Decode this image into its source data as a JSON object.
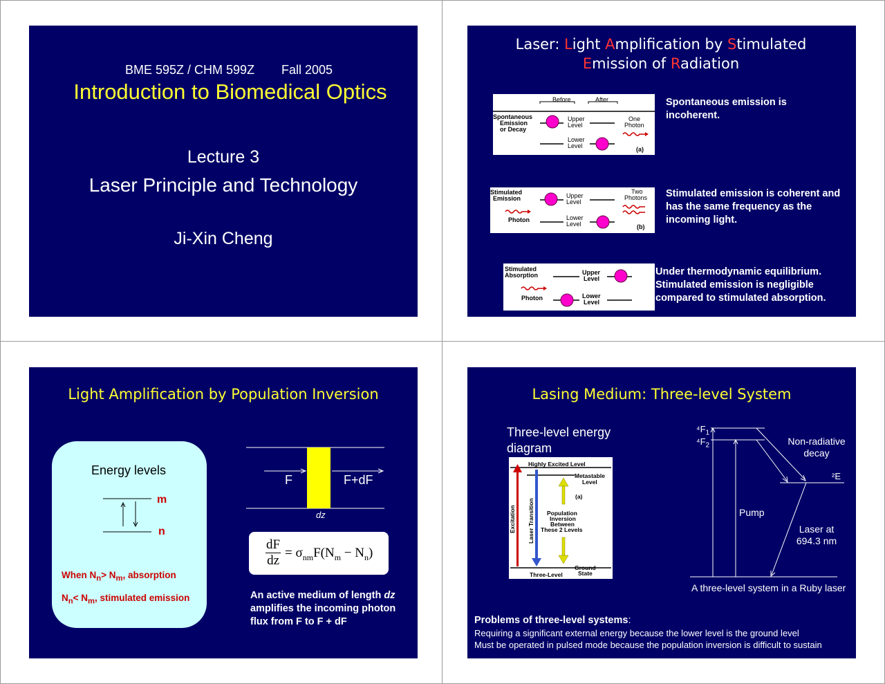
{
  "slide1": {
    "course": "BME 595Z / CHM 599Z",
    "term": "Fall 2005",
    "title": "Introduction to Biomedical Optics",
    "lecture": "Lecture 3",
    "subtitle": "Laser Principle and Technology",
    "author": "Ji-Xin Cheng"
  },
  "slide2": {
    "title_prefix": "Laser: ",
    "title_words": [
      {
        "initial": "L",
        "rest": "ight "
      },
      {
        "initial": "A",
        "rest": "mplification by "
      },
      {
        "initial": "S",
        "rest": "timulated"
      },
      {
        "initial": "E",
        "rest": "mission of "
      },
      {
        "initial": "R",
        "rest": "adiation"
      }
    ],
    "rows": [
      {
        "text": "Spontaneous emission is incoherent."
      },
      {
        "text": "Stimulated emission is coherent and has the same frequency as the incoming light."
      },
      {
        "text": "Under thermodynamic equilibrium. Stimulated emission is negligible compared to stimulated absorption."
      }
    ],
    "fig_a": {
      "before": "Before",
      "after": "After",
      "left": "Spontaneous Emission or Decay",
      "upper": "Upper Level",
      "lower": "Lower Level",
      "right": "One Photon",
      "tag": "(a)"
    },
    "fig_b": {
      "left1": "Stimulated Emission",
      "left2": "Photon",
      "upper": "Upper Level",
      "lower": "Lower Level",
      "right": "Two Photons",
      "tag": "(b)"
    },
    "fig_c": {
      "left1": "Stimulated Absorption",
      "left2": "Photon",
      "upper": "Upper Level",
      "lower": "Lower Level"
    }
  },
  "slide3": {
    "title": "Light Amplification by Population Inversion",
    "box_title": "Energy levels",
    "level_m": "m",
    "level_n": "n",
    "cond1": "When Nn> Nm, absorption",
    "cond2": "Nn< Nm, stimulated emission",
    "flux_in": "F",
    "flux_out": "F+dF",
    "dz": "dz",
    "equation": "dF/dz = σnm F(Nm − Nn)",
    "caption": "An active medium of length dz amplifies the incoming photon flux from F to F + dF"
  },
  "slide4": {
    "title": "Lasing Medium: Three-level System",
    "diagram_label": "Three-level energy diagram",
    "fig": {
      "highly": "Highly Excited Level",
      "meta": "Metastable Level",
      "tag": "(a)",
      "popinv": "Population Inversion Between These 2 Levels",
      "ground": "Ground State",
      "three": "Three-Level",
      "excitation": "Excitation",
      "transition": "Laser Transition"
    },
    "levels": {
      "f1": "4F1",
      "f2": "4F2",
      "e": "2E"
    },
    "nonrad": "Non-radiative decay",
    "pump": "Pump",
    "laser": "Laser at 694.3 nm",
    "ruby_caption": "A three-level system in a Ruby laser",
    "problems_title": "Problems of three-level systems",
    "problem1": "Requiring a significant external energy because the lower level is the ground level",
    "problem2": "Must be operated in pulsed mode because the population inversion is difficult to sustain"
  },
  "colors": {
    "slide_bg": "#000066",
    "title_yellow": "#ffff33",
    "accent_red": "#ff3333",
    "cond_red": "#cc0000",
    "box_bg": "#ccffff",
    "atom": "#ff00cc"
  }
}
